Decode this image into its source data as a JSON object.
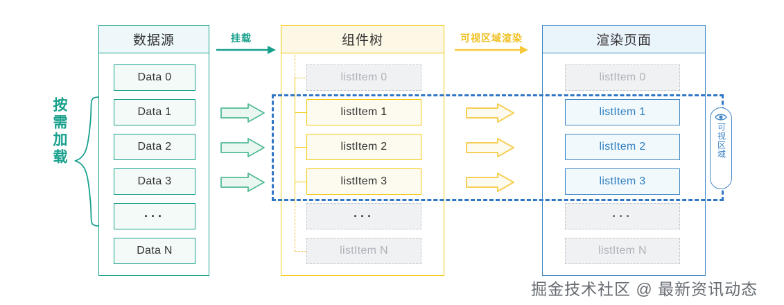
{
  "diagram": {
    "title_hidden": "",
    "panels": [
      {
        "key": "source",
        "header": "数据源",
        "accent": "#17a08c",
        "rows": [
          {
            "label": "Data 0",
            "state": "solid"
          },
          {
            "label": "Data 1",
            "state": "solid"
          },
          {
            "label": "Data 2",
            "state": "solid"
          },
          {
            "label": "Data 3",
            "state": "solid"
          },
          {
            "label": "···",
            "state": "dots"
          },
          {
            "label": "Data N",
            "state": "solid"
          }
        ]
      },
      {
        "key": "tree",
        "header": "组件树",
        "accent": "#f2c80f",
        "rows": [
          {
            "label": "listItem 0",
            "state": "ghost"
          },
          {
            "label": "listItem 1",
            "state": "active"
          },
          {
            "label": "listItem 2",
            "state": "active"
          },
          {
            "label": "listItem 3",
            "state": "active"
          },
          {
            "label": "···",
            "state": "ghost-dots"
          },
          {
            "label": "listItem N",
            "state": "ghost"
          }
        ]
      },
      {
        "key": "render",
        "header": "渲染页面",
        "accent": "#3f87c6",
        "rows": [
          {
            "label": "listItem 0",
            "state": "ghost"
          },
          {
            "label": "listItem 1",
            "state": "active"
          },
          {
            "label": "listItem 2",
            "state": "active"
          },
          {
            "label": "listItem 3",
            "state": "active"
          },
          {
            "label": "···",
            "state": "ghost-dots"
          },
          {
            "label": "listItem N",
            "state": "ghost"
          }
        ]
      }
    ],
    "flows": [
      {
        "key": "mount",
        "label": "挂载",
        "color": "#17a08c"
      },
      {
        "key": "viewport-render",
        "label": "可视区域渲染",
        "color": "#f2c80f"
      }
    ],
    "demand_label": "按需加载",
    "viewport_badge": {
      "icon": "eye-icon",
      "label": "可视区域",
      "color": "#3f87c6"
    },
    "watermark": "掘金技术社区 @ 最新资讯动态"
  }
}
